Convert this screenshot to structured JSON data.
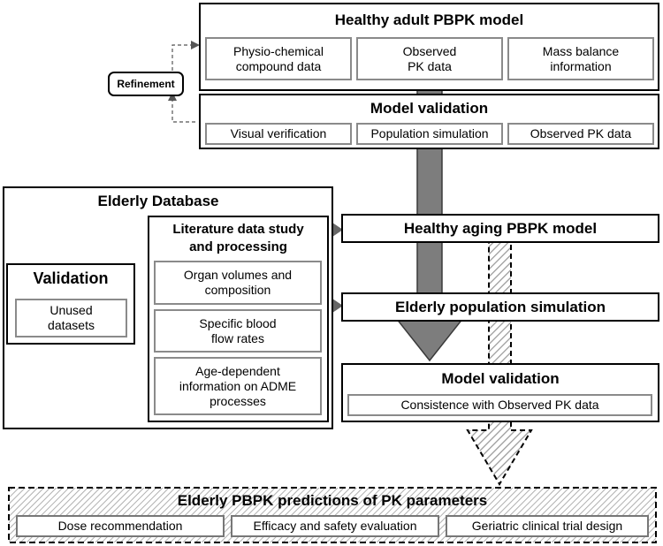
{
  "healthy_adult": {
    "title": "Healthy adult PBPK model",
    "items": [
      "Physio-chemical\ncompound data",
      "Observed\nPK data",
      "Mass balance\ninformation"
    ]
  },
  "refinement": {
    "label": "Refinement"
  },
  "model_validation_top": {
    "title": "Model validation",
    "items": [
      "Visual verification",
      "Population simulation",
      "Observed  PK data"
    ]
  },
  "elderly_db": {
    "title": "Elderly Database"
  },
  "literature": {
    "title": "Literature data study\nand processing",
    "items": [
      "Organ volumes  and\ncomposition",
      "Specific blood\nflow rates",
      "Age-dependent\ninformation on ADME\nprocesses"
    ]
  },
  "validation_left": {
    "title": "Validation",
    "item": "Unused\ndatasets"
  },
  "healthy_aging": {
    "title": "Healthy aging PBPK model"
  },
  "elderly_sim": {
    "title": "Elderly population simulation"
  },
  "model_validation_bottom": {
    "title": "Model validation",
    "item": "Consistence with Observed  PK data"
  },
  "predictions": {
    "title": "Elderly PBPK predictions of PK parameters",
    "items": [
      "Dose recommendation",
      "Efficacy and safety evaluation",
      "Geriatric clinical trial design"
    ]
  }
}
